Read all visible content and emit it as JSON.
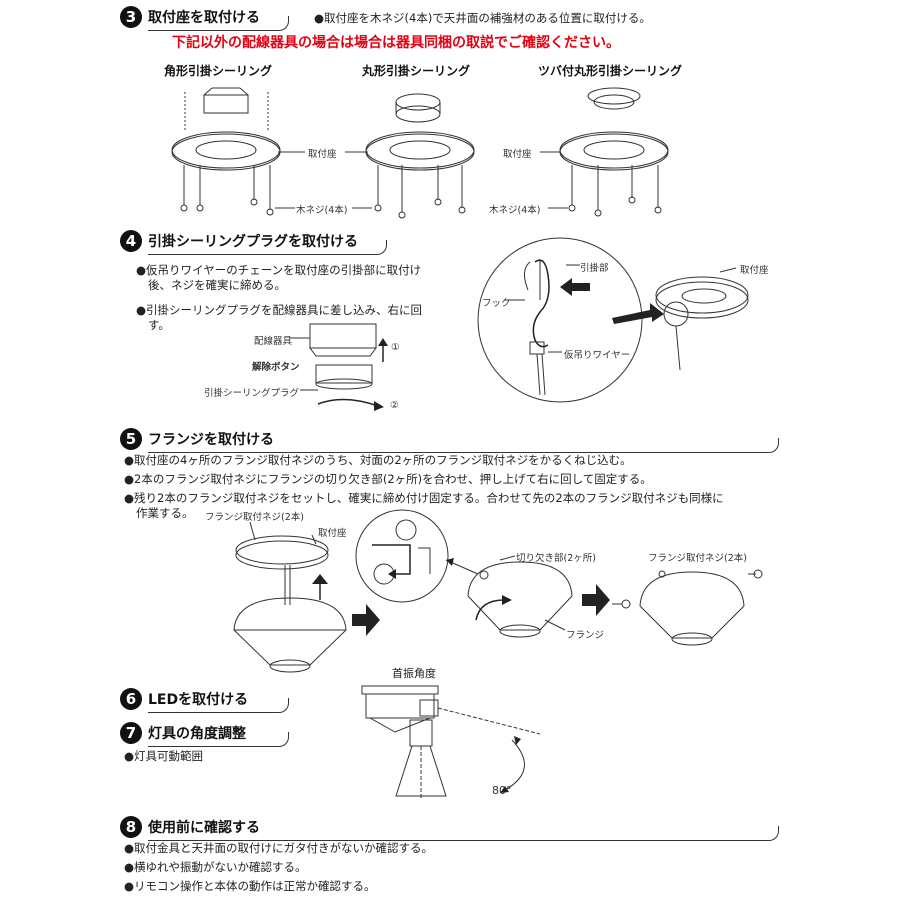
{
  "step3": {
    "num": "3",
    "title": "取付座を取付ける",
    "note": "●取付座を木ネジ(4本)で天井面の補強材のある位置に取付ける。",
    "warning": "下記以外の配線器具の場合は場合は器具同梱の取説でご確認ください。",
    "types": [
      "角形引掛シーリング",
      "丸形引掛シーリング",
      "ツバ付丸形引掛シーリング"
    ],
    "label_base": "取付座",
    "label_screw": "木ネジ(4本)"
  },
  "step4": {
    "num": "4",
    "title": "引掛シーリングプラグを取付ける",
    "bullet1_line1": "●仮吊りワイヤーのチェーンを取付座の引掛部に取付け",
    "bullet1_line2": "後、ネジを確実に締める。",
    "bullet2_line1": "●引掛シーリングプラグを配線器具に差し込み、右に回",
    "bullet2_line2": "す。",
    "label_wiring": "配線器具",
    "label_release": "解除ボタン",
    "label_plug": "引掛シーリングプラグ",
    "mark1": "①",
    "mark2": "②",
    "label_hookpart": "引掛部",
    "label_hook": "フック",
    "label_wire": "仮吊りワイヤー",
    "label_base": "取付座"
  },
  "step5": {
    "num": "5",
    "title": "フランジを取付ける",
    "bullet1": "●取付座の4ヶ所のフランジ取付ネジのうち、対面の2ヶ所のフランジ取付ネジをかるくねじ込む。",
    "bullet2": "●2本のフランジ取付ネジにフランジの切り欠き部(2ヶ所)を合わせ、押し上げて右に回して固定する。",
    "bullet3_line1": "●残り2本のフランジ取付ネジをセットし、確実に締め付け固定する。合わせて先の2本のフランジ取付ネジも同様に",
    "bullet3_line2": "作業する。",
    "label_flange_screw": "フランジ取付ネジ(2本)",
    "label_base": "取付座",
    "label_notch": "切り欠き部(2ヶ所)",
    "label_flange": "フランジ",
    "label_flange_screw2": "フランジ取付ネジ(2本)"
  },
  "step6": {
    "num": "6",
    "title": "LEDを取付ける"
  },
  "step7": {
    "num": "7",
    "title": "灯具の角度調整",
    "bullet": "●灯具可動範囲",
    "label_angle": "首振角度",
    "angle_value": "80°"
  },
  "step8": {
    "num": "8",
    "title": "使用前に確認する",
    "bullets": [
      "●取付金具と天井面の取付けにガタ付きがないか確認する。",
      "●横ゆれや振動がないか確認する。",
      "●リモコン操作と本体の動作は正常か確認する。"
    ]
  }
}
